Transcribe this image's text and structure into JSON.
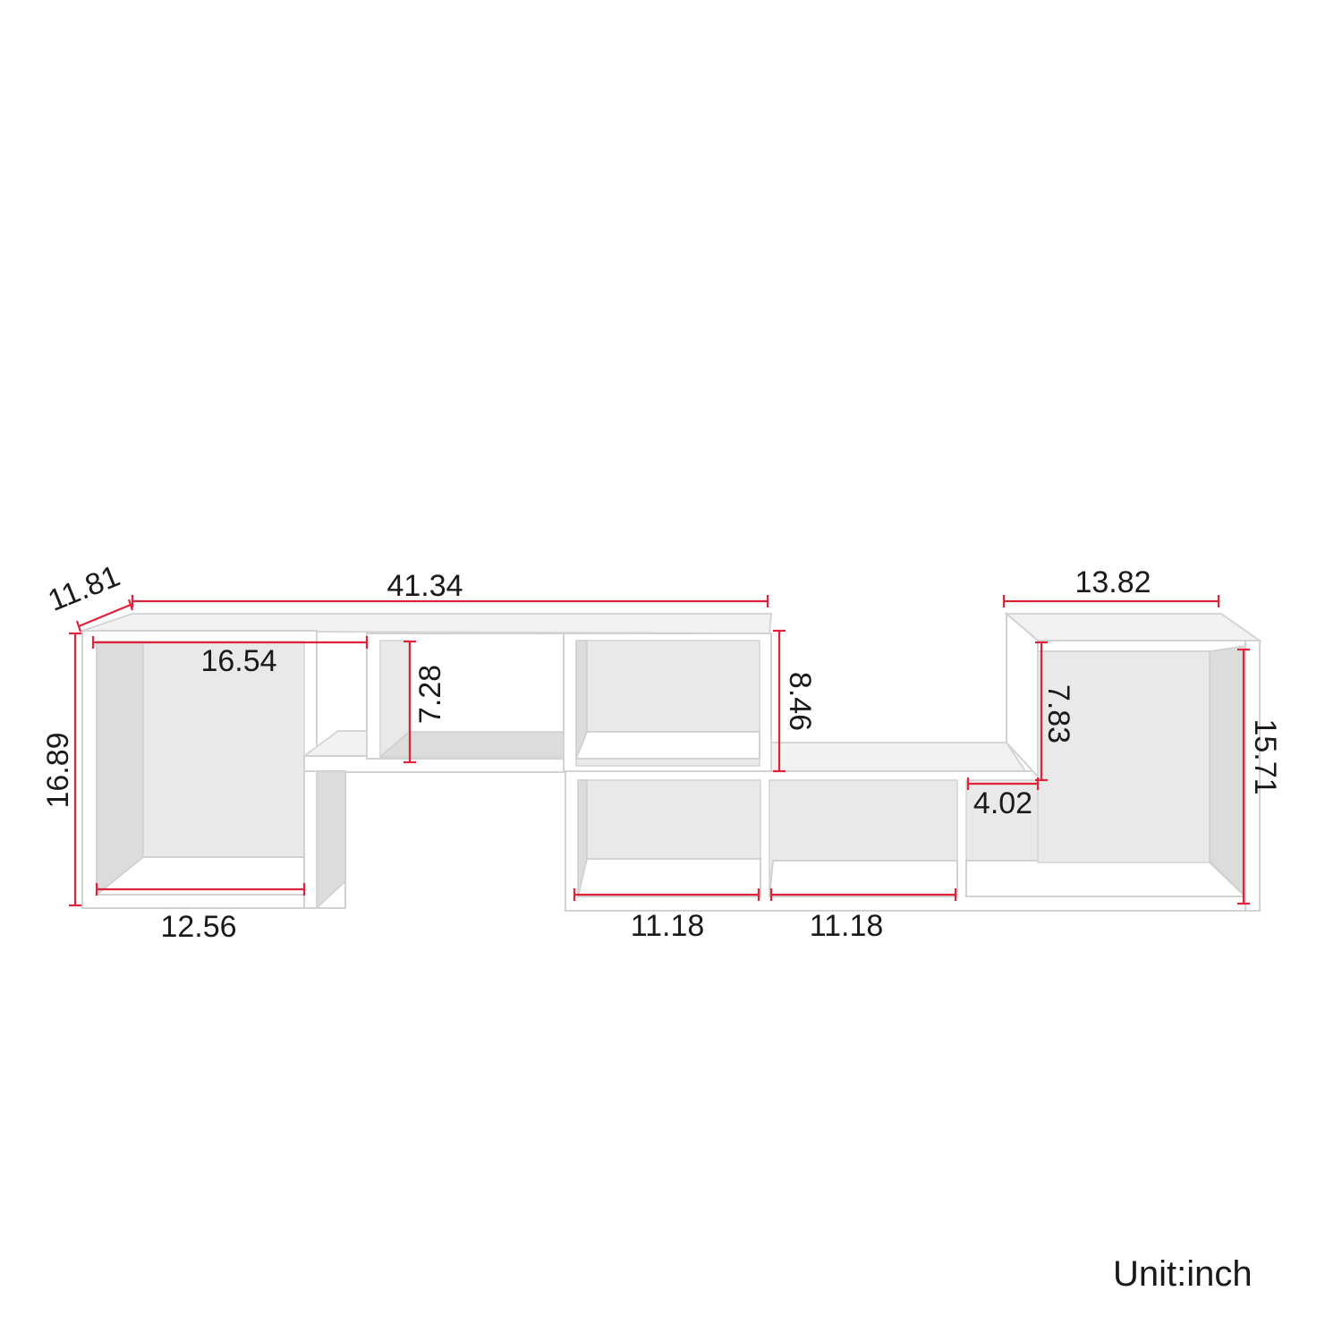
{
  "unit_label": "Unit:inch",
  "dimensions": {
    "depth": "11.81",
    "total_width": "41.34",
    "right_unit_width": "13.82",
    "left_cube_inner_width": "16.54",
    "small_cube_height": "7.28",
    "upper_cube_height": "8.46",
    "right_step_height": "7.83",
    "right_unit_height": "15.71",
    "left_height": "16.89",
    "left_bottom_width": "12.56",
    "lower_cube_width_1": "11.18",
    "lower_cube_width_2": "11.18",
    "step_offset": "4.02"
  },
  "colors": {
    "measure_line": "#e0223a",
    "panel": "#ffffff",
    "text": "#1a1a1a"
  }
}
